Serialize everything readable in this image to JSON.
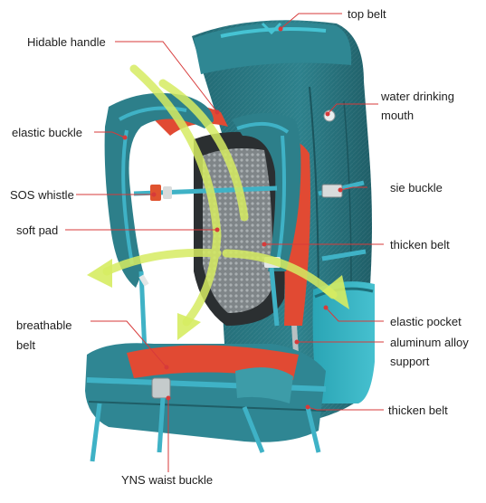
{
  "labels": {
    "top_belt": "top belt",
    "hidable_handle": "Hidable handle",
    "water_drinking_line1": "water drinking",
    "water_drinking_line2": "mouth",
    "elastic_buckle": "elastic buckle",
    "sie_buckle": "sie buckle",
    "sos_whistle": "SOS whistle",
    "soft_pad": "soft pad",
    "thicken_belt_upper": "thicken belt",
    "breathable_line1": "breathable",
    "breathable_line2": "belt",
    "elastic_pocket": "elastic pocket",
    "aluminum_line1": "aluminum alloy",
    "aluminum_line2": "support",
    "thicken_belt_lower": "thicken belt",
    "yns_waist_buckle": "YNS waist buckle"
  },
  "colors": {
    "backpack_teal": "#2c7f8a",
    "backpack_dark_teal": "#1f5f68",
    "strap_cyan": "#3fb2c6",
    "pad_orange": "#d8412b",
    "mesh_grey": "#8e9396",
    "arrow_yellow": "#d6ec62",
    "leader_red": "#d73a3a"
  }
}
